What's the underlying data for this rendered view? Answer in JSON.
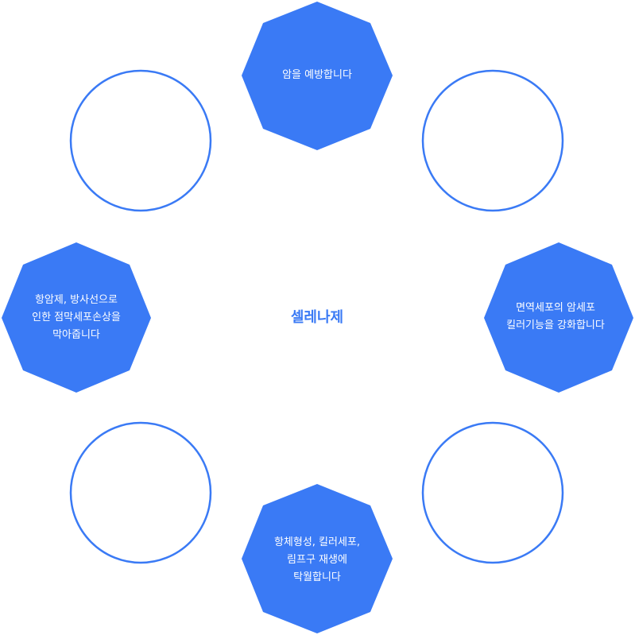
{
  "colors": {
    "accent": "#3a7af5",
    "octagon_fill": "#3a7af5",
    "circle_stroke": "#3a7af5",
    "octagon_text": "#ffffff",
    "background": "#ffffff"
  },
  "center": {
    "label": "셀레나제"
  },
  "octagons": {
    "top": {
      "lines": [
        "암을 예방합니다"
      ]
    },
    "left": {
      "lines": [
        "항암제, 방사선으로",
        "인한 점막세포손상을",
        "막아줍니다"
      ]
    },
    "right": {
      "lines": [
        "면역세포의 암세포",
        "킬러기능을 강화합니다"
      ]
    },
    "bottom": {
      "lines": [
        "항체형성, 킬러세포,",
        "림프구 재생에",
        "탁월합니다"
      ]
    }
  },
  "circles": {
    "count": 4
  }
}
